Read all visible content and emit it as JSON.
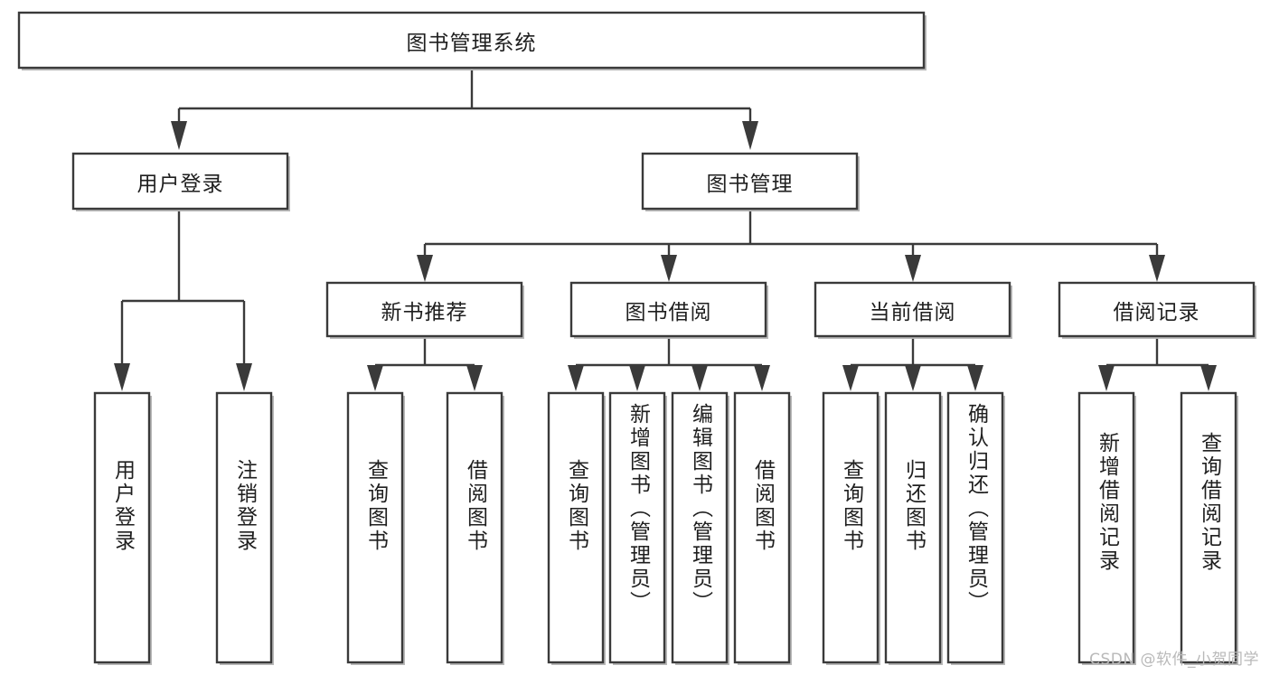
{
  "diagram": {
    "title": "图书管理系统",
    "type": "tree",
    "watermark": "CSDN @软件_小贺同学",
    "root": {
      "id": "root",
      "label": "图书管理系统",
      "orientation": "horizontal"
    },
    "level2": [
      {
        "id": "user-login",
        "label": "用户登录",
        "orientation": "horizontal"
      },
      {
        "id": "book-manage",
        "label": "图书管理",
        "orientation": "horizontal"
      }
    ],
    "level3": [
      {
        "id": "new-book-rec",
        "label": "新书推荐",
        "orientation": "horizontal",
        "parent": "book-manage"
      },
      {
        "id": "book-borrow",
        "label": "图书借阅",
        "orientation": "horizontal",
        "parent": "book-manage"
      },
      {
        "id": "current-borrow",
        "label": "当前借阅",
        "orientation": "horizontal",
        "parent": "book-manage"
      },
      {
        "id": "borrow-record",
        "label": "借阅记录",
        "orientation": "horizontal",
        "parent": "book-manage"
      }
    ],
    "leaves": [
      {
        "id": "leaf-user-login",
        "label": "用户登录",
        "orientation": "vertical",
        "parent": "user-login"
      },
      {
        "id": "leaf-user-logout",
        "label": "注销登录",
        "orientation": "vertical",
        "parent": "user-login"
      },
      {
        "id": "leaf-query-book-1",
        "label": "查询图书",
        "orientation": "vertical",
        "parent": "new-book-rec"
      },
      {
        "id": "leaf-borrow-book-1",
        "label": "借阅图书",
        "orientation": "vertical",
        "parent": "new-book-rec"
      },
      {
        "id": "leaf-query-book-2",
        "label": "查询图书",
        "orientation": "vertical",
        "parent": "book-borrow"
      },
      {
        "id": "leaf-add-book",
        "label": "新增图书（管理员）",
        "orientation": "vertical",
        "parent": "book-borrow"
      },
      {
        "id": "leaf-edit-book",
        "label": "编辑图书（管理员）",
        "orientation": "vertical",
        "parent": "book-borrow"
      },
      {
        "id": "leaf-borrow-book-2",
        "label": "借阅图书",
        "orientation": "vertical",
        "parent": "book-borrow"
      },
      {
        "id": "leaf-query-book-3",
        "label": "查询图书",
        "orientation": "vertical",
        "parent": "current-borrow"
      },
      {
        "id": "leaf-return-book",
        "label": "归还图书",
        "orientation": "vertical",
        "parent": "current-borrow"
      },
      {
        "id": "leaf-confirm-return",
        "label": "确认归还（管理员）",
        "orientation": "vertical",
        "parent": "current-borrow"
      },
      {
        "id": "leaf-add-record",
        "label": "新增借阅记录",
        "orientation": "vertical",
        "parent": "borrow-record"
      },
      {
        "id": "leaf-query-record",
        "label": "查询借阅记录",
        "orientation": "vertical",
        "parent": "borrow-record"
      }
    ],
    "colors": {
      "box_stroke": "#3a3a3a",
      "box_fill": "#ffffff",
      "connector": "#3a3a3a",
      "text": "#1f1f1f",
      "watermark": "#b9b9b9",
      "background": "#ffffff"
    }
  }
}
